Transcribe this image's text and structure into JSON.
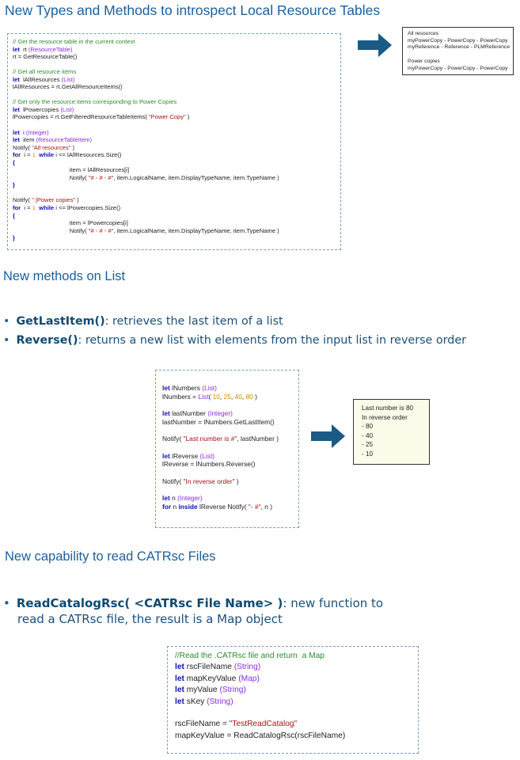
{
  "sections": {
    "intro_title": "New Types and Methods to introspect Local Resource Tables",
    "list_title": "New methods on List",
    "catrsc_title": "New capability to read CATRsc Files"
  },
  "bullets_list": [
    {
      "name": "GetLastItem()",
      "desc": ": retrieves the last item of a list"
    },
    {
      "name": "Reverse()",
      "desc": ": returns a new list with elements from the input list in reverse order"
    }
  ],
  "bullet_catrsc": {
    "name": "ReadCatalogRsc( <CATRsc File Name> )",
    "desc": ": new function to",
    "desc2": "read a CATRsc file, the result is a Map object"
  },
  "code1": [
    [
      [
        "cm",
        "// Get the resource table in the current context"
      ]
    ],
    [
      [
        "kw",
        "let"
      ],
      [
        "",
        "  rt "
      ],
      [
        "ty",
        "(ResourceTable)"
      ]
    ],
    [
      [
        "",
        "rt = GetResourceTable()"
      ]
    ],
    [
      [
        "",
        ""
      ]
    ],
    [
      [
        "cm",
        "// Get all resource items"
      ]
    ],
    [
      [
        "kw",
        "let"
      ],
      [
        "",
        "  lAllResources "
      ],
      [
        "ty",
        "(List)"
      ]
    ],
    [
      [
        "",
        "lAllResources = rt.GetAllResourceItems()"
      ]
    ],
    [
      [
        "",
        ""
      ]
    ],
    [
      [
        "cm",
        "// Get only the resource items corresponding to Power Copies"
      ]
    ],
    [
      [
        "kw",
        "let"
      ],
      [
        "",
        "  lPowercopies "
      ],
      [
        "ty",
        "(List)"
      ]
    ],
    [
      [
        "",
        "lPowercopies = rt.GetFilteredResourceTableItems( "
      ],
      [
        "st",
        "\"Power Copy\""
      ],
      [
        "",
        " )"
      ]
    ],
    [
      [
        "",
        ""
      ]
    ],
    [
      [
        "kw",
        "let"
      ],
      [
        "",
        "  i "
      ],
      [
        "ty",
        "(Integer)"
      ]
    ],
    [
      [
        "kw",
        "let"
      ],
      [
        "",
        "  item "
      ],
      [
        "ty",
        "(ResourceTableItem)"
      ]
    ],
    [
      [
        "",
        "Notify( "
      ],
      [
        "st",
        "\"All resources\""
      ],
      [
        "",
        " )"
      ]
    ],
    [
      [
        "kw",
        "for"
      ],
      [
        "",
        "  i = "
      ],
      [
        "nm",
        "1"
      ],
      [
        "",
        "  "
      ],
      [
        "kw",
        "while"
      ],
      [
        "",
        " i <= lAllResources.Size()"
      ]
    ],
    [
      [
        "kw",
        "{"
      ]
    ],
    [
      [
        "",
        "                                  item = lAllResources[i]"
      ]
    ],
    [
      [
        "",
        "                                  Notify( "
      ],
      [
        "st",
        "\"# - # - #\""
      ],
      [
        "",
        ", item.LogicalName, item.DisplayTypeName, item.TypeName )"
      ]
    ],
    [
      [
        "kw",
        "}"
      ]
    ],
    [
      [
        "",
        ""
      ]
    ],
    [
      [
        "",
        "Notify( "
      ],
      [
        "st",
        "\" |Power copies\""
      ],
      [
        "",
        " )"
      ]
    ],
    [
      [
        "kw",
        "for"
      ],
      [
        "",
        "  i = "
      ],
      [
        "nm",
        "1"
      ],
      [
        "",
        "  "
      ],
      [
        "kw",
        "while"
      ],
      [
        "",
        " i <= lPowercopies.Size()"
      ]
    ],
    [
      [
        "kw",
        "{"
      ]
    ],
    [
      [
        "",
        "                                  item = lPowercopies[i]"
      ]
    ],
    [
      [
        "",
        "                                  Notify( "
      ],
      [
        "st",
        "\"# - # - #\""
      ],
      [
        "",
        ", item.LogicalName, item.DisplayTypeName, item.TypeName )"
      ]
    ],
    [
      [
        "kw",
        "}"
      ]
    ]
  ],
  "output1": [
    "All resources",
    "myPowerCopy - PowerCopy - PowerCopy",
    "myReference - Reference - PLMReference",
    "",
    "Power copies",
    "myPowerCopy - PowerCopy - PowerCopy"
  ],
  "code2": [
    [
      [
        "kw",
        "let"
      ],
      [
        "",
        " lNumbers "
      ],
      [
        "ty",
        "(List)"
      ]
    ],
    [
      [
        "",
        "lNumbers = "
      ],
      [
        "ty",
        "List"
      ],
      [
        "",
        "( "
      ],
      [
        "nm",
        "10"
      ],
      [
        "",
        ", "
      ],
      [
        "nm",
        "25"
      ],
      [
        "",
        ", "
      ],
      [
        "nm",
        "40"
      ],
      [
        "",
        ", "
      ],
      [
        "nm",
        "80"
      ],
      [
        "",
        " )"
      ]
    ],
    [
      [
        "",
        ""
      ]
    ],
    [
      [
        "kw",
        "let"
      ],
      [
        "",
        " lastNumber "
      ],
      [
        "ty",
        "(Integer)"
      ]
    ],
    [
      [
        "",
        "lastNumber = lNumbers.GetLastItem()"
      ]
    ],
    [
      [
        "",
        ""
      ]
    ],
    [
      [
        "",
        "Notify( "
      ],
      [
        "st",
        "\"Last number is #\""
      ],
      [
        "",
        ", lastNumber )"
      ]
    ],
    [
      [
        "",
        ""
      ]
    ],
    [
      [
        "kw",
        "let"
      ],
      [
        "",
        " lReverse "
      ],
      [
        "ty",
        "(List)"
      ]
    ],
    [
      [
        "",
        "lReverse = lNumbers.Reverse()"
      ]
    ],
    [
      [
        "",
        ""
      ]
    ],
    [
      [
        "",
        "Notify( "
      ],
      [
        "st",
        "\"In reverse order\""
      ],
      [
        "",
        " )"
      ]
    ],
    [
      [
        "",
        ""
      ]
    ],
    [
      [
        "kw",
        "let"
      ],
      [
        "",
        " n "
      ],
      [
        "ty",
        "(Integer)"
      ]
    ],
    [
      [
        "kw",
        "for"
      ],
      [
        "",
        " n "
      ],
      [
        "kw",
        "inside"
      ],
      [
        "",
        " lReverse Notify( "
      ],
      [
        "st",
        "\"- #\""
      ],
      [
        "",
        ", n )"
      ]
    ]
  ],
  "output2": [
    "Last number is 80",
    "In reverse order",
    "- 80",
    "- 40",
    "- 25",
    "- 10"
  ],
  "code3": [
    [
      [
        "cm",
        "//Read the .CATRsc file and return  a Map"
      ]
    ],
    [
      [
        "kw",
        "let"
      ],
      [
        "",
        " rscFileName "
      ],
      [
        "ty",
        "(String)"
      ]
    ],
    [
      [
        "kw",
        "let"
      ],
      [
        "",
        " mapKeyValue "
      ],
      [
        "ty",
        "(Map)"
      ]
    ],
    [
      [
        "kw",
        "let"
      ],
      [
        "",
        " myValue "
      ],
      [
        "ty",
        "(String)"
      ]
    ],
    [
      [
        "kw",
        "let"
      ],
      [
        "",
        " sKey "
      ],
      [
        "ty",
        "(String)"
      ]
    ],
    [
      [
        "",
        ""
      ]
    ],
    [
      [
        "",
        "rscFileName = "
      ],
      [
        "st",
        "\"TestReadCatalog\""
      ]
    ],
    [
      [
        "",
        "mapKeyValue = ReadCatalogRsc(rscFileName)"
      ]
    ]
  ]
}
